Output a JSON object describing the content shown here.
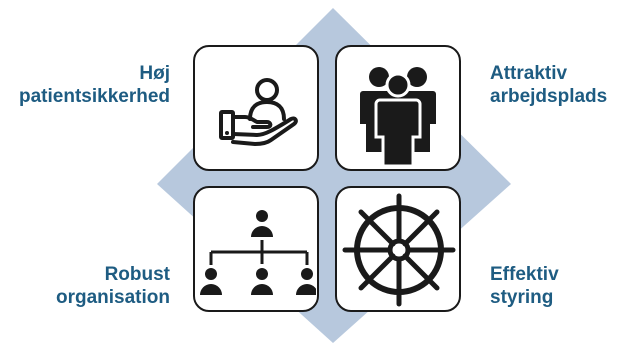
{
  "colors": {
    "diamond": "#b7c8dd",
    "label_text": "#1e5c82",
    "icon": "#1a1a1a"
  },
  "quadrants": {
    "top_left": {
      "line1": "Høj",
      "line2": "patientsikkerhed",
      "icon": "hand-care-icon"
    },
    "top_right": {
      "line1": "Attraktiv",
      "line2": "arbejdsplads",
      "icon": "people-group-icon"
    },
    "bottom_left": {
      "line1": "Robust",
      "line2": "organisation",
      "icon": "org-chart-icon"
    },
    "bottom_right": {
      "line1": "Effektiv",
      "line2": "styring",
      "icon": "ship-wheel-icon"
    }
  }
}
